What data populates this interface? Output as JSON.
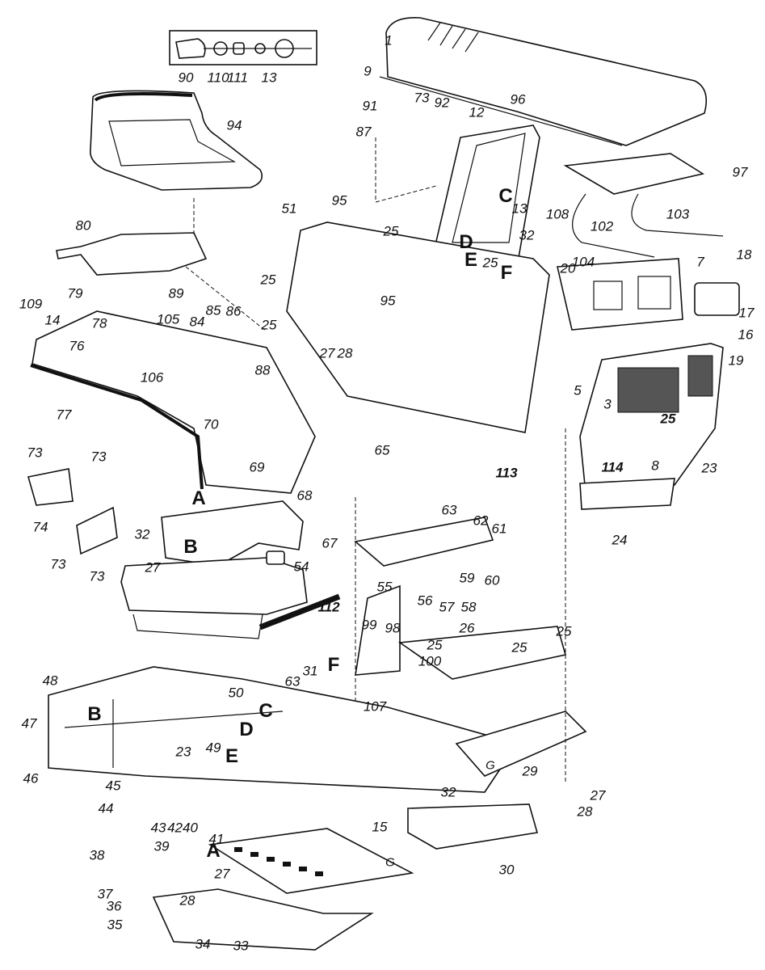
{
  "diagram": {
    "type": "exploded-parts-diagram",
    "subject": "riding mower body, hood, seat and chassis assembly"
  },
  "inset_labels": [
    "90",
    "110",
    "111",
    "13"
  ],
  "part_labels": [
    {
      "id": "p1",
      "text": "1"
    },
    {
      "id": "p9",
      "text": "9"
    },
    {
      "id": "p73a",
      "text": "73"
    },
    {
      "id": "p92",
      "text": "92"
    },
    {
      "id": "p91",
      "text": "91"
    },
    {
      "id": "p87",
      "text": "87"
    },
    {
      "id": "p12",
      "text": "12"
    },
    {
      "id": "p96",
      "text": "96"
    },
    {
      "id": "p94",
      "text": "94"
    },
    {
      "id": "p97",
      "text": "97"
    },
    {
      "id": "p108",
      "text": "108"
    },
    {
      "id": "p102",
      "text": "102"
    },
    {
      "id": "p103",
      "text": "103"
    },
    {
      "id": "p95a",
      "text": "95"
    },
    {
      "id": "p51",
      "text": "51"
    },
    {
      "id": "p13b",
      "text": "13"
    },
    {
      "id": "p32a",
      "text": "32"
    },
    {
      "id": "p25a",
      "text": "25"
    },
    {
      "id": "p25b",
      "text": "25"
    },
    {
      "id": "p7",
      "text": "7"
    },
    {
      "id": "p18",
      "text": "18"
    },
    {
      "id": "p80",
      "text": "80"
    },
    {
      "id": "p104",
      "text": "104"
    },
    {
      "id": "p20",
      "text": "20"
    },
    {
      "id": "p79",
      "text": "79"
    },
    {
      "id": "p89",
      "text": "89"
    },
    {
      "id": "p25c",
      "text": "25"
    },
    {
      "id": "p95b",
      "text": "95"
    },
    {
      "id": "p17",
      "text": "17"
    },
    {
      "id": "p16",
      "text": "16"
    },
    {
      "id": "p109",
      "text": "109"
    },
    {
      "id": "p14",
      "text": "14"
    },
    {
      "id": "p78",
      "text": "78"
    },
    {
      "id": "p105",
      "text": "105"
    },
    {
      "id": "p85",
      "text": "85"
    },
    {
      "id": "p86",
      "text": "86"
    },
    {
      "id": "p84",
      "text": "84"
    },
    {
      "id": "p76",
      "text": "76"
    },
    {
      "id": "p106",
      "text": "106"
    },
    {
      "id": "p88",
      "text": "88"
    },
    {
      "id": "p27a",
      "text": "27"
    },
    {
      "id": "p28a",
      "text": "28"
    },
    {
      "id": "p25d",
      "text": "25"
    },
    {
      "id": "p19",
      "text": "19"
    },
    {
      "id": "p3",
      "text": "3"
    },
    {
      "id": "p5",
      "text": "5"
    },
    {
      "id": "p25e",
      "text": "25"
    },
    {
      "id": "p77",
      "text": "77"
    },
    {
      "id": "p70",
      "text": "70"
    },
    {
      "id": "p65",
      "text": "65"
    },
    {
      "id": "p114",
      "text": "114"
    },
    {
      "id": "p8",
      "text": "8"
    },
    {
      "id": "p23a",
      "text": "23"
    },
    {
      "id": "p113",
      "text": "113"
    },
    {
      "id": "p69",
      "text": "69"
    },
    {
      "id": "p73b",
      "text": "73"
    },
    {
      "id": "p73c",
      "text": "73"
    },
    {
      "id": "p74",
      "text": "74"
    },
    {
      "id": "p73d",
      "text": "73"
    },
    {
      "id": "p73e",
      "text": "73"
    },
    {
      "id": "p68",
      "text": "68"
    },
    {
      "id": "p24",
      "text": "24"
    },
    {
      "id": "p63a",
      "text": "63"
    },
    {
      "id": "p62",
      "text": "62"
    },
    {
      "id": "p67",
      "text": "67"
    },
    {
      "id": "p61",
      "text": "61"
    },
    {
      "id": "p32b",
      "text": "32"
    },
    {
      "id": "p27b",
      "text": "27"
    },
    {
      "id": "p55",
      "text": "55"
    },
    {
      "id": "p60",
      "text": "60"
    },
    {
      "id": "p54",
      "text": "54"
    },
    {
      "id": "p59",
      "text": "59"
    },
    {
      "id": "p56",
      "text": "56"
    },
    {
      "id": "p57",
      "text": "57"
    },
    {
      "id": "p58",
      "text": "58"
    },
    {
      "id": "p112",
      "text": "112"
    },
    {
      "id": "p99",
      "text": "99"
    },
    {
      "id": "p98",
      "text": "98"
    },
    {
      "id": "p25f",
      "text": "25"
    },
    {
      "id": "p25g",
      "text": "25"
    },
    {
      "id": "p26",
      "text": "26"
    },
    {
      "id": "p25h",
      "text": "25"
    },
    {
      "id": "p100",
      "text": "100"
    },
    {
      "id": "p31",
      "text": "31"
    },
    {
      "id": "p63b",
      "text": "63"
    },
    {
      "id": "p107",
      "text": "107"
    },
    {
      "id": "p48",
      "text": "48"
    },
    {
      "id": "p50",
      "text": "50"
    },
    {
      "id": "p47",
      "text": "47"
    },
    {
      "id": "p49",
      "text": "49"
    },
    {
      "id": "p23b",
      "text": "23"
    },
    {
      "id": "p46",
      "text": "46"
    },
    {
      "id": "p29",
      "text": "29"
    },
    {
      "id": "p45",
      "text": "45"
    },
    {
      "id": "p32c",
      "text": "32"
    },
    {
      "id": "p27c",
      "text": "27"
    },
    {
      "id": "p28b",
      "text": "28"
    },
    {
      "id": "p44",
      "text": "44"
    },
    {
      "id": "p43",
      "text": "43"
    },
    {
      "id": "p4240",
      "text": "4240"
    },
    {
      "id": "p41",
      "text": "41"
    },
    {
      "id": "p15",
      "text": "15"
    },
    {
      "id": "p39",
      "text": "39"
    },
    {
      "id": "p38",
      "text": "38"
    },
    {
      "id": "p30",
      "text": "30"
    },
    {
      "id": "p37",
      "text": "37"
    },
    {
      "id": "p27d",
      "text": "27"
    },
    {
      "id": "p28c",
      "text": "28"
    },
    {
      "id": "p36",
      "text": "36"
    },
    {
      "id": "p35",
      "text": "35"
    },
    {
      "id": "p34",
      "text": "34"
    },
    {
      "id": "p33",
      "text": "33"
    }
  ],
  "reference_letters": [
    {
      "id": "rC1",
      "text": "C"
    },
    {
      "id": "rD1",
      "text": "D"
    },
    {
      "id": "rE1",
      "text": "E"
    },
    {
      "id": "rF1",
      "text": "F"
    },
    {
      "id": "rA1",
      "text": "A"
    },
    {
      "id": "rB1",
      "text": "B"
    },
    {
      "id": "rF2",
      "text": "F"
    },
    {
      "id": "rB2",
      "text": "B"
    },
    {
      "id": "rC2",
      "text": "C"
    },
    {
      "id": "rD2",
      "text": "D"
    },
    {
      "id": "rE2",
      "text": "E"
    },
    {
      "id": "rG1",
      "text": "G"
    },
    {
      "id": "rA2",
      "text": "A"
    },
    {
      "id": "rG2",
      "text": "G"
    }
  ]
}
